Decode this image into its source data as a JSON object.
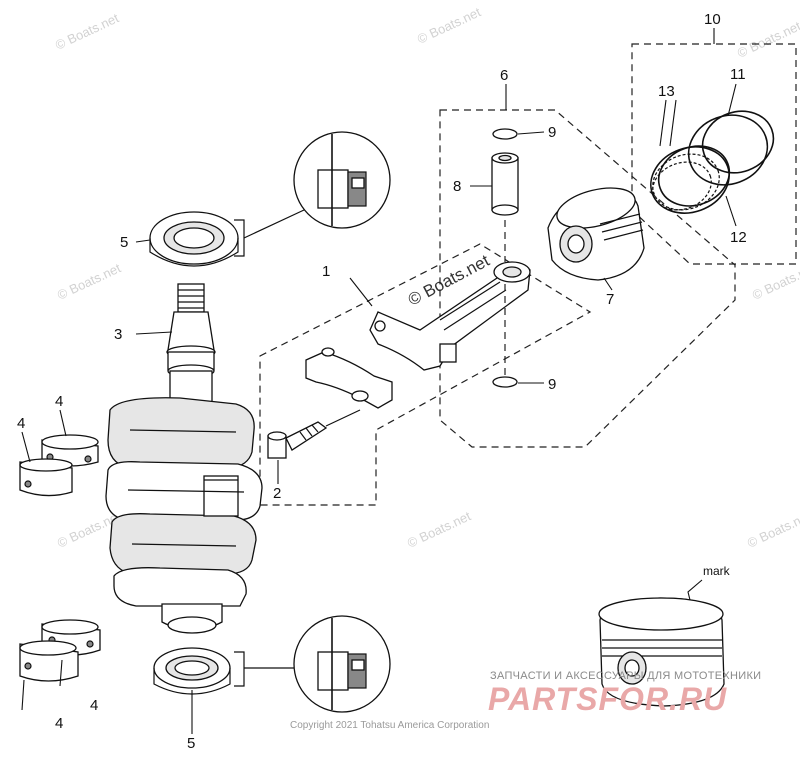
{
  "diagram": {
    "callouts": {
      "c1": "1",
      "c2": "2",
      "c3": "3",
      "c4a": "4",
      "c4b": "4",
      "c4c": "4",
      "c4d": "4",
      "c5a": "5",
      "c5b": "5",
      "c6": "6",
      "c7": "7",
      "c8": "8",
      "c9a": "9",
      "c9b": "9",
      "c10": "10",
      "c11": "11",
      "c12": "12",
      "c13": "13"
    },
    "mark_label": "mark"
  },
  "watermarks": {
    "boats_net": "© Boats.net",
    "boats_net_center": "© Boats.net"
  },
  "footer": {
    "copyright": "Copyright 2021 Tohatsu America Corporation",
    "brand_subtitle": "ЗАПЧАСТИ И АКСЕССУАРЫ ДЛЯ МОТОТЕХНИКИ",
    "brand_name": "PARTSFOR.RU"
  },
  "colors": {
    "line": "#111111",
    "watermark": "#d2d2d2",
    "brand": "#e9a8a8"
  }
}
